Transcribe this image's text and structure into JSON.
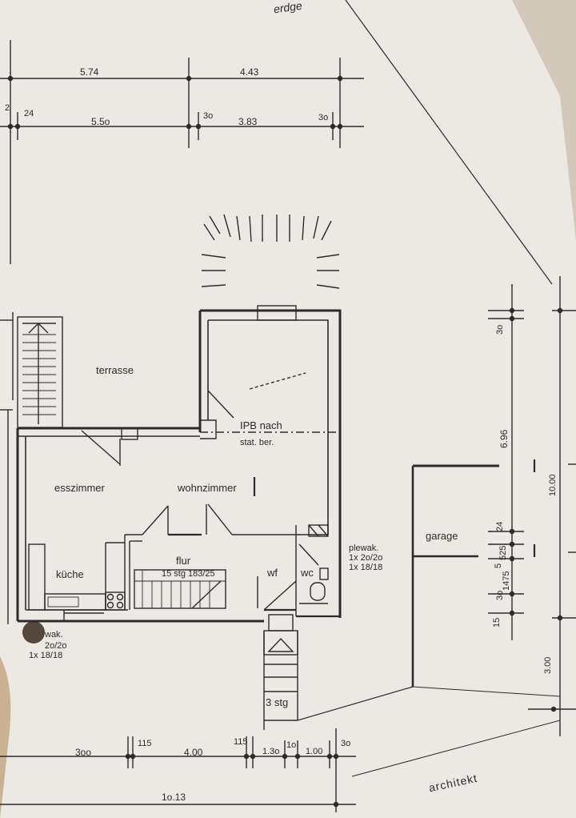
{
  "top_label": "erdge",
  "dimensions": {
    "top_row1": [
      "5.74",
      "4.43"
    ],
    "top_row2": [
      "2",
      "24",
      "5.5o",
      "3o",
      "3.83",
      "3o"
    ],
    "right_col": [
      "3o",
      "6.96",
      "10.00",
      "24",
      "525",
      "5",
      "3o",
      "1475",
      "15",
      "3.00"
    ],
    "bottom_row1": [
      "3oo",
      "115",
      "4.00",
      "115",
      "1.3o",
      "1o",
      "1.00",
      "3o"
    ],
    "bottom_row2": [
      "1o.13"
    ]
  },
  "rooms": {
    "terrasse": "terrasse",
    "esszimmer": "esszimmer",
    "wohnzimmer": "wohnzimmer",
    "kueche": "küche",
    "flur": "flur",
    "stairs_label": "15 stg 183/25",
    "wf": "wf",
    "wc": "wc",
    "garage": "garage",
    "steps_entry": "3 stg"
  },
  "notes": {
    "ipb_line1": "IPB nach",
    "ipb_line2": "stat. ber.",
    "plewak_line1": "plewak.",
    "plewak_line2": "1x 2o/2o",
    "plewak_line3": "1x 18/18",
    "left_wak_line1": "wak.",
    "left_wak_line2": "2o/2o",
    "left_wak_line3": "1x 18/18",
    "architect": "architekt"
  }
}
